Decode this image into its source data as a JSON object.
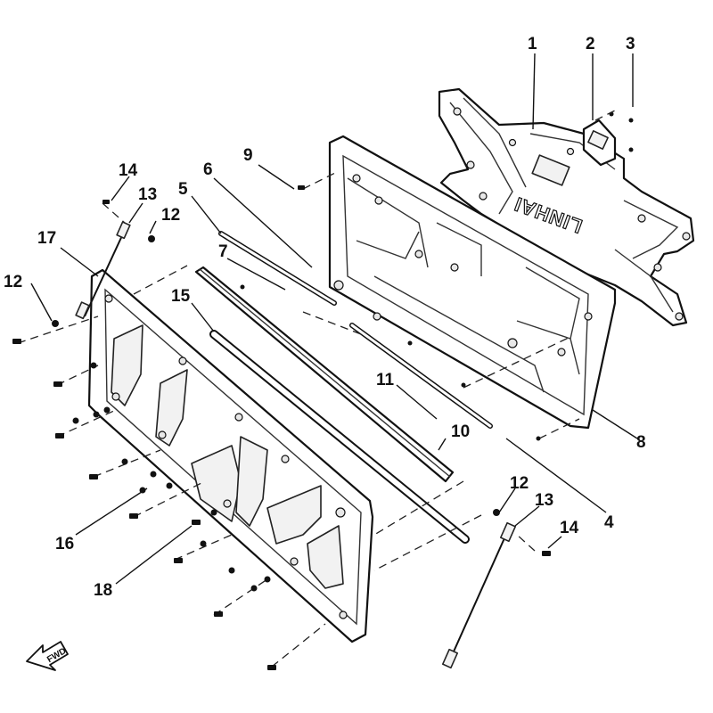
{
  "diagram": {
    "callouts": [
      {
        "id": "1",
        "label": "1"
      },
      {
        "id": "2",
        "label": "2"
      },
      {
        "id": "3",
        "label": "3"
      },
      {
        "id": "4",
        "label": "4"
      },
      {
        "id": "5",
        "label": "5"
      },
      {
        "id": "6",
        "label": "6"
      },
      {
        "id": "7",
        "label": "7"
      },
      {
        "id": "8",
        "label": "8"
      },
      {
        "id": "9",
        "label": "9"
      },
      {
        "id": "10",
        "label": "10"
      },
      {
        "id": "11",
        "label": "11"
      },
      {
        "id": "12a",
        "label": "12"
      },
      {
        "id": "12b",
        "label": "12"
      },
      {
        "id": "12c",
        "label": "12"
      },
      {
        "id": "13a",
        "label": "13"
      },
      {
        "id": "13b",
        "label": "13"
      },
      {
        "id": "14a",
        "label": "14"
      },
      {
        "id": "14b",
        "label": "14"
      },
      {
        "id": "15",
        "label": "15"
      },
      {
        "id": "16",
        "label": "16"
      },
      {
        "id": "17",
        "label": "17"
      },
      {
        "id": "18",
        "label": "18"
      }
    ],
    "brand_mark": "LINHAI",
    "fwd_label": "FWD"
  }
}
